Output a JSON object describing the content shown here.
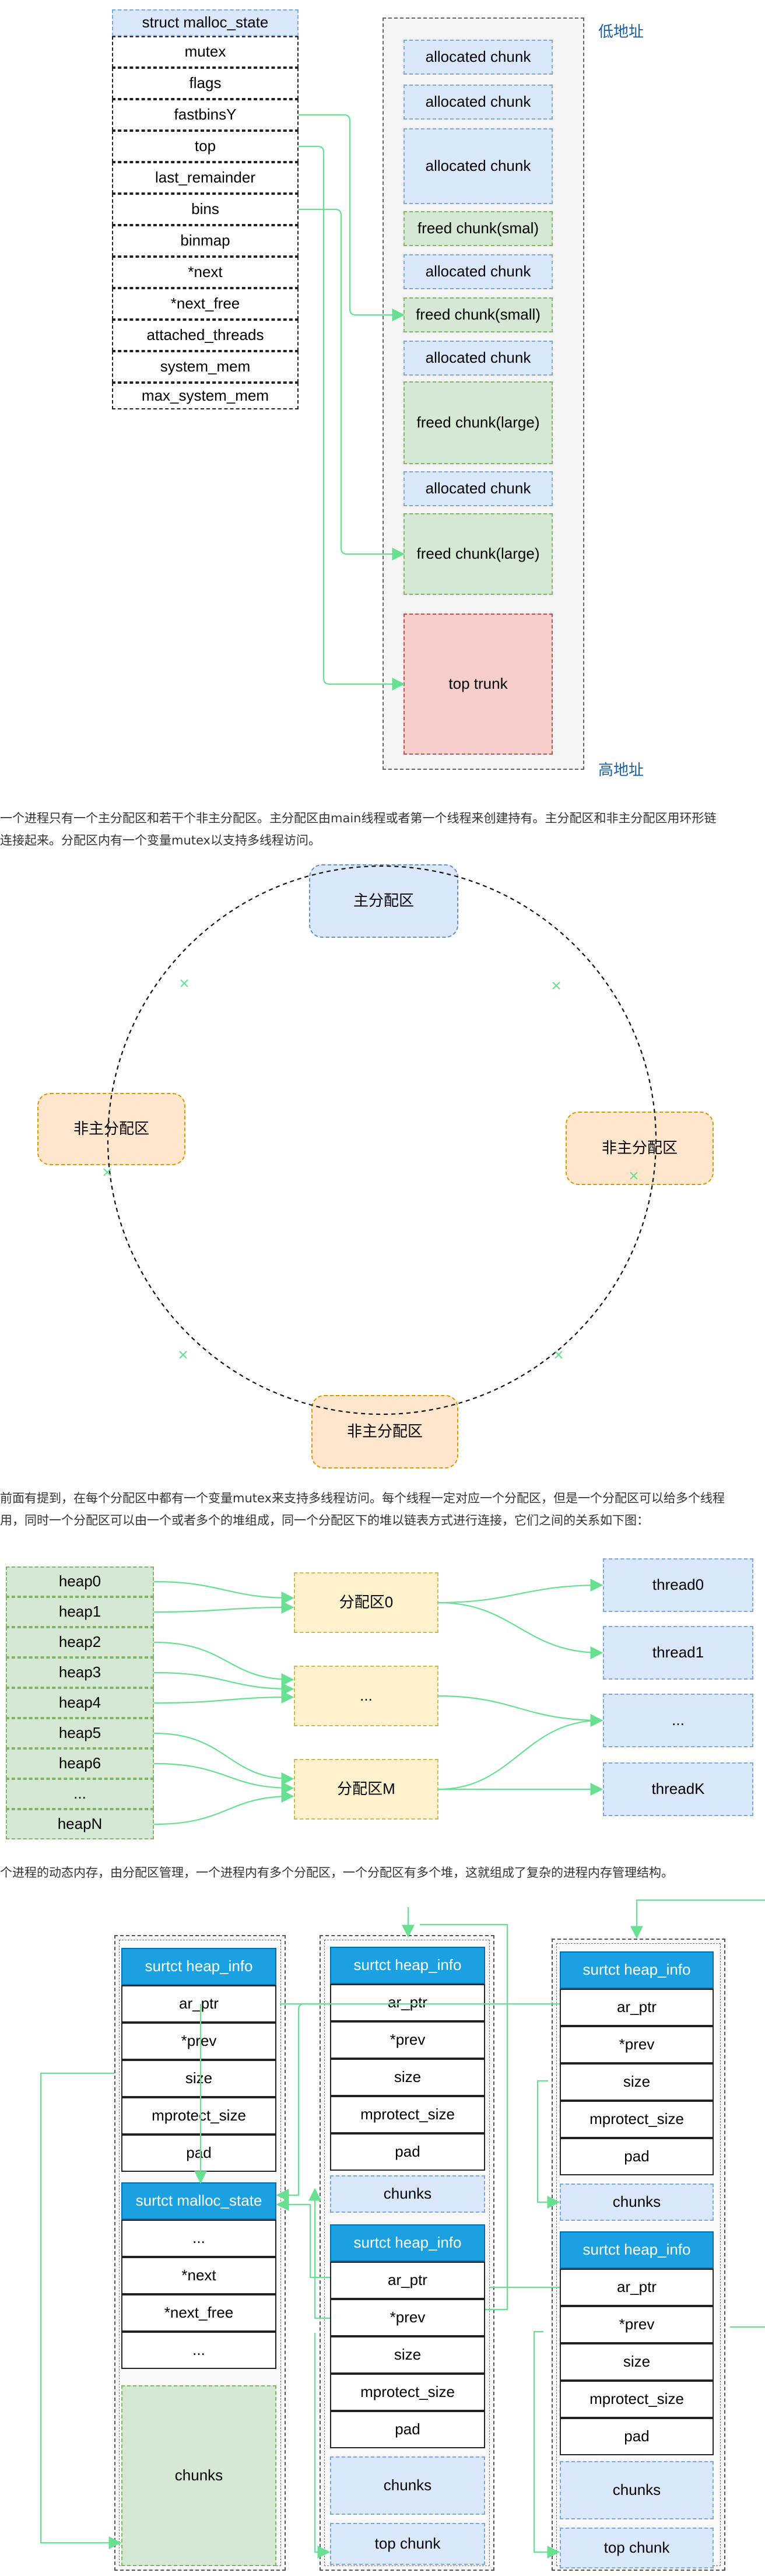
{
  "section1": {
    "state_fields": [
      "struct malloc_state",
      "mutex",
      "flags",
      "fastbinsY",
      "top",
      "last_remainder",
      "bins",
      "binmap",
      "*next",
      "*next_free",
      "attached_threads",
      "system_mem",
      "max_system_mem"
    ],
    "chunks": [
      "allocated chunk",
      "allocated chunk",
      "allocated chunk",
      "freed chunk(smal)",
      "allocated chunk",
      "freed chunk(small)",
      "allocated chunk",
      "freed chunk(large)",
      "allocated chunk",
      "freed chunk(large)",
      "top trunk"
    ],
    "low_addr": "低地址",
    "high_addr": "高地址"
  },
  "para1": {
    "line1": "一个进程只有一个主分配区和若干个非主分配区。主分配区由main线程或者第一个线程来创建持有。主分配区和非主分配区用环形链",
    "line2": "连接起来。分配区内有一个变量mutex以支持多线程访问。"
  },
  "section2": {
    "main_arena": "主分配区",
    "left_arena": "非主分配区",
    "right_arena": "非主分配区",
    "bottom_arena": "非主分配区"
  },
  "para2": {
    "line1": "前面有提到，在每个分配区中都有一个变量mutex来支持多线程访问。每个线程一定对应一个分配区，但是一个分配区可以给多个线程",
    "line2": "用，同时一个分配区可以由一个或者多个的堆组成，同一个分配区下的堆以链表方式进行连接，它们之间的关系如下图："
  },
  "section3": {
    "heaps": [
      "heap0",
      "heap1",
      "heap2",
      "heap3",
      "heap4",
      "heap5",
      "heap6",
      "...",
      "heapN"
    ],
    "arenas": [
      "分配区0",
      "...",
      "分配区M"
    ],
    "threads": [
      "thread0",
      "thread1",
      "...",
      "threadK"
    ]
  },
  "para3": {
    "line1": "个进程的动态内存，由分配区管理，一个进程内有多个分配区，一个分配区有多个堆，这就组成了复杂的进程内存管理结构。"
  },
  "section4": {
    "heap_info_title": "surtct heap_info",
    "heap_info_fields": [
      "ar_ptr",
      "*prev",
      "size",
      "mprotect_size",
      "pad"
    ],
    "malloc_state_title": "surtct malloc_state",
    "malloc_state_fields": [
      "...",
      "*next",
      "*next_free",
      "..."
    ],
    "chunks": "chunks",
    "top_chunk": "top chunk"
  }
}
